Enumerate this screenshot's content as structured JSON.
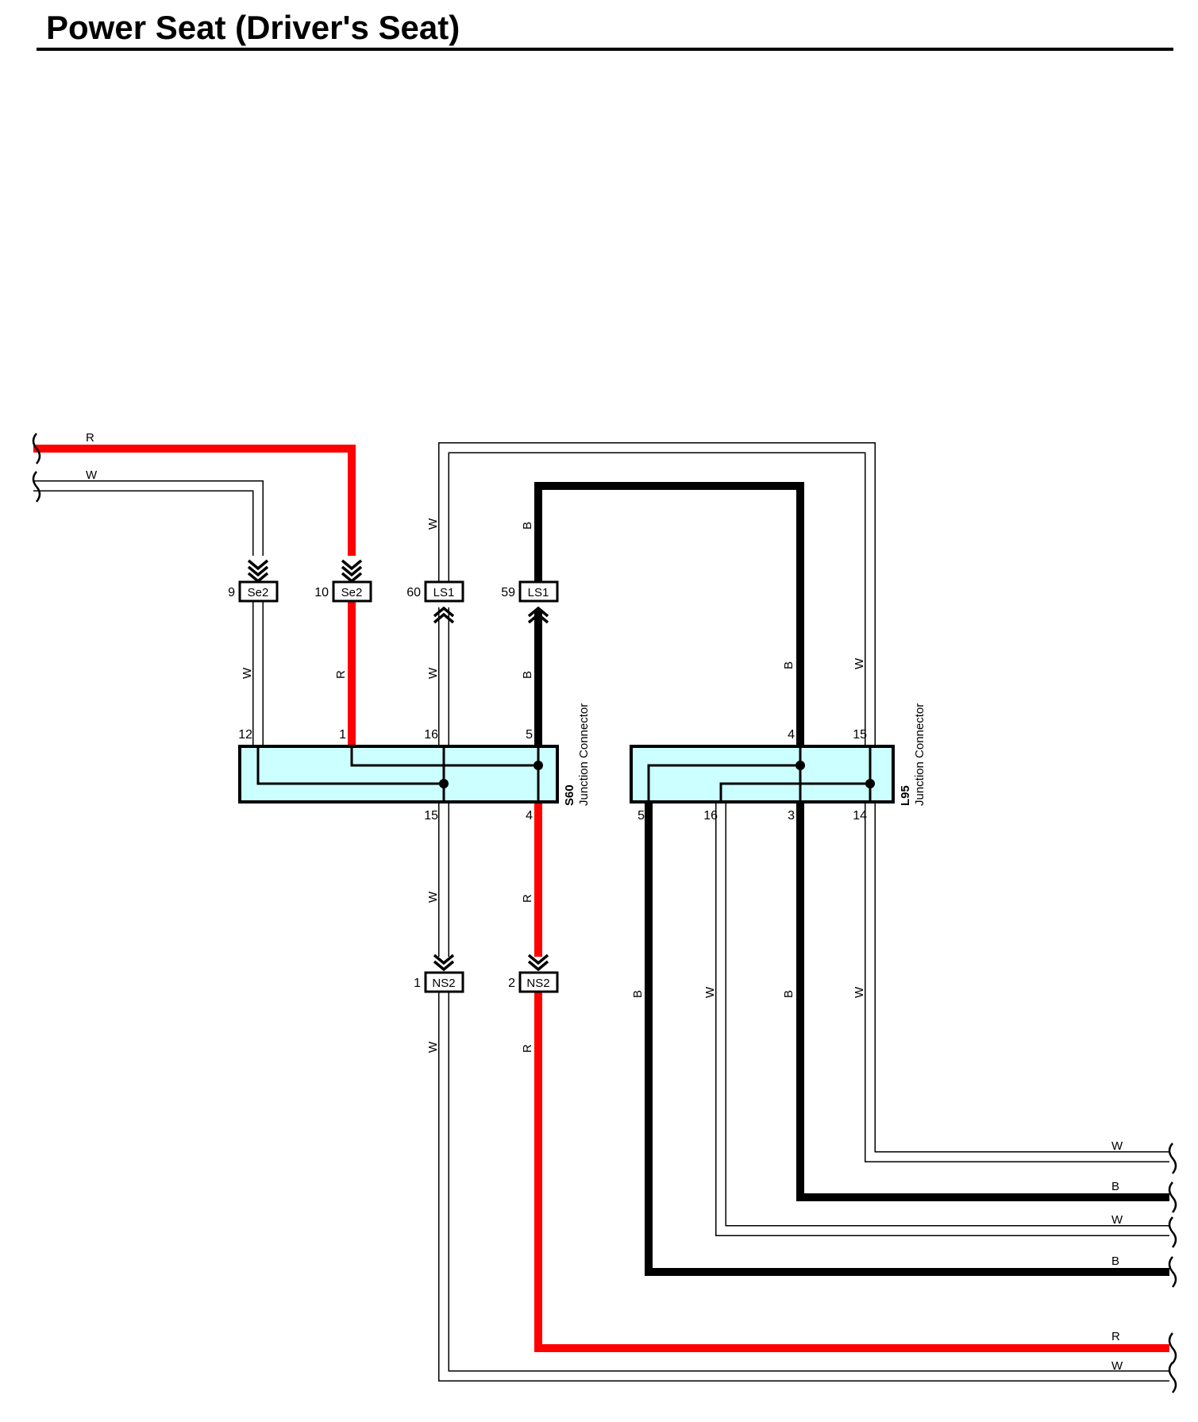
{
  "title": "Power Seat (Driver's Seat)",
  "colors": {
    "red_wire": "#ff0000",
    "black_wire": "#000000",
    "white_wire": "#ffffff",
    "junction_fill": "#ccffff"
  },
  "wire_colors": {
    "R": "R",
    "W": "W",
    "B": "B"
  },
  "inline_connectors": {
    "se2_a": {
      "label": "Se2",
      "pin": "9"
    },
    "se2_b": {
      "label": "Se2",
      "pin": "10"
    },
    "ls1_a": {
      "label": "LS1",
      "pin": "60"
    },
    "ls1_b": {
      "label": "LS1",
      "pin": "59"
    },
    "ns2_a": {
      "label": "NS2",
      "pin": "1"
    },
    "ns2_b": {
      "label": "NS2",
      "pin": "2"
    }
  },
  "junctions": {
    "s60": {
      "name": "S60",
      "description": "Junction Connector",
      "top_pins": [
        "12",
        "1",
        "16",
        "5"
      ],
      "bottom_pins": [
        "15",
        "4"
      ]
    },
    "l95": {
      "name": "L95",
      "description": "Junction Connector",
      "top_pins": [
        "4",
        "15"
      ],
      "bottom_pins": [
        "5",
        "16",
        "3",
        "14"
      ]
    }
  }
}
